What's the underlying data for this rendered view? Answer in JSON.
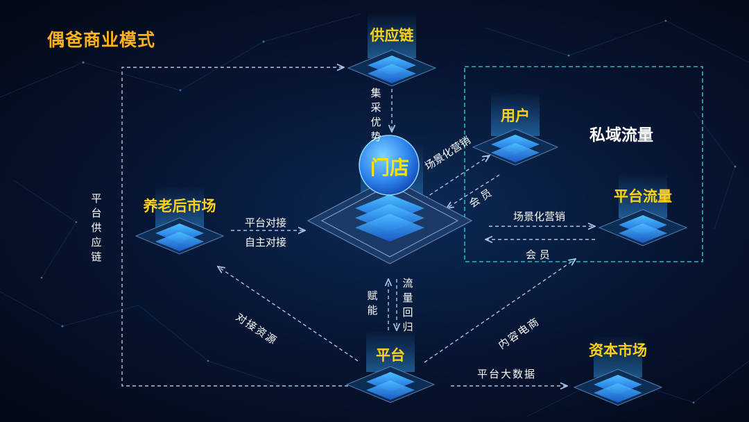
{
  "title": "偶爸商业模式",
  "nodes": {
    "supply_chain": "供应链",
    "store": "门店",
    "elderly_market": "养老后市场",
    "user": "用户",
    "platform_traffic": "平台流量",
    "platform": "平台",
    "capital_market": "资本市场"
  },
  "private_traffic": "私域流量",
  "labels": {
    "procurement_advantage": "集采优势",
    "platform_supply_chain": "平台供应链",
    "platform_docking": "平台对接",
    "self_docking": "自主对接",
    "scenario_marketing_user": "场景化营销",
    "member_user": "会 员",
    "scenario_marketing_traffic": "场景化营销",
    "member_traffic": "会 员",
    "empower": "赋能",
    "traffic_return": "流量回归",
    "docking_resources": "对接资源",
    "content_ecommerce": "内容电商",
    "platform_big_data": "平台大数据"
  },
  "colors": {
    "title": "#ffb21e",
    "node_label": "#ffd21a",
    "arrow": "#a9c4ea",
    "box_border": "#2fb4c6",
    "tile": "#2f86f0"
  }
}
